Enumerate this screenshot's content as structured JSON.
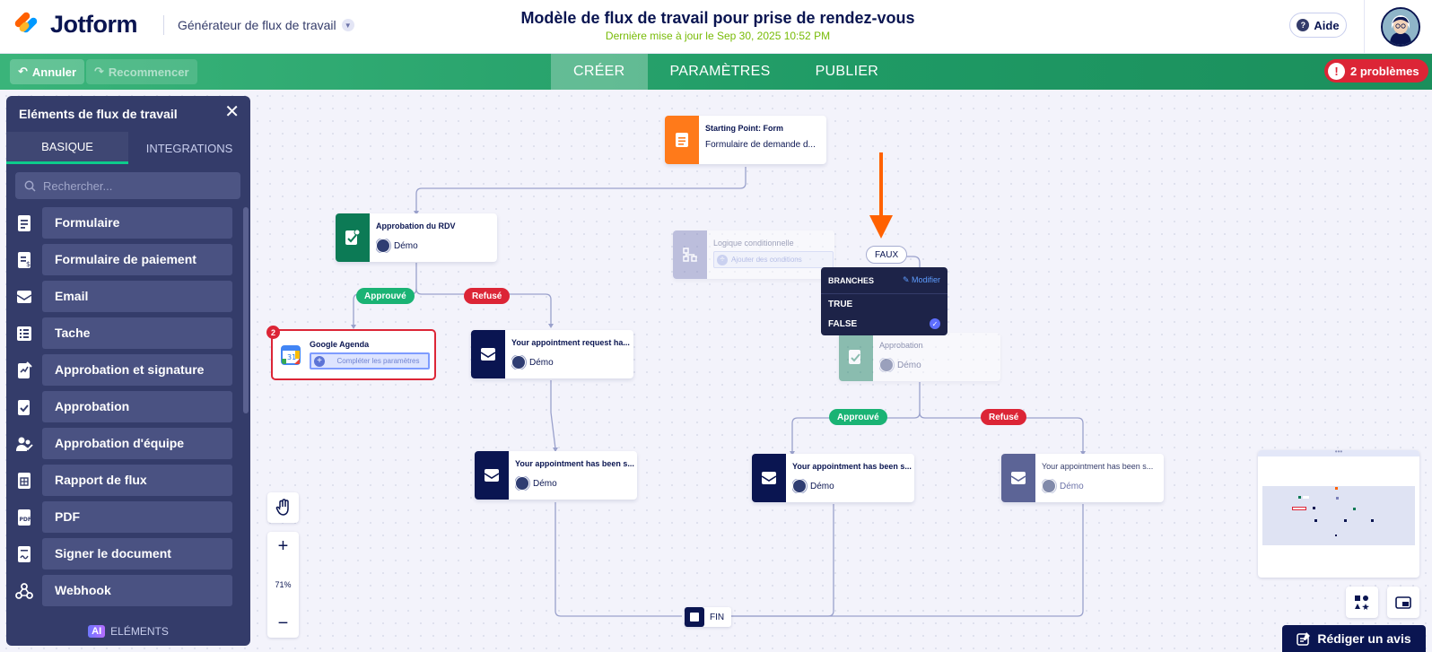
{
  "header": {
    "logo_text": "Jotform",
    "builder_label": "Générateur de flux de travail",
    "title": "Modèle de flux de travail pour prise de rendez-vous",
    "subtitle": "Dernière mise à jour le Sep 30, 2025 10:52 PM",
    "help_label": "Aide"
  },
  "toolbar": {
    "undo_label": "Annuler",
    "redo_label": "Recommencer",
    "tabs": [
      {
        "label": "CRÉER",
        "active": true
      },
      {
        "label": "PARAMÈTRES",
        "active": false
      },
      {
        "label": "PUBLIER",
        "active": false
      }
    ],
    "problems_label": "2 problèmes",
    "colors": {
      "accent_green": "#1f9a65",
      "problem_red": "#dc2536"
    }
  },
  "panel": {
    "title": "Eléments de flux de travail",
    "tabs": [
      "BASIQUE",
      "INTEGRATIONS"
    ],
    "search_placeholder": "Rechercher...",
    "items": [
      {
        "label": "Formulaire",
        "icon": "form-icon"
      },
      {
        "label": "Formulaire de paiement",
        "icon": "payment-form-icon"
      },
      {
        "label": "Email",
        "icon": "email-icon"
      },
      {
        "label": "Tache",
        "icon": "task-icon"
      },
      {
        "label": "Approbation et signature",
        "icon": "approval-signature-icon"
      },
      {
        "label": "Approbation",
        "icon": "approval-icon"
      },
      {
        "label": "Approbation d'équipe",
        "icon": "team-approval-icon"
      },
      {
        "label": "Rapport de flux",
        "icon": "flow-report-icon"
      },
      {
        "label": "PDF",
        "icon": "pdf-icon"
      },
      {
        "label": "Signer le document",
        "icon": "sign-document-icon"
      },
      {
        "label": "Webhook",
        "icon": "webhook-icon"
      }
    ],
    "footer_ai": "AI",
    "footer_label": "ELÉMENTS"
  },
  "flow": {
    "start": {
      "title": "Starting Point: Form",
      "subtitle": "Formulaire de demande d..."
    },
    "approval_rdv": {
      "title": "Approbation du RDV",
      "assignee": "Démo"
    },
    "condition": {
      "title": "Logique conditionnelle",
      "action": "Ajouter des conditions"
    },
    "faux_label": "FAUX",
    "branches": {
      "header": "BRANCHES",
      "edit": "Modifier",
      "options": [
        "TRUE",
        "FALSE"
      ],
      "selected": "FALSE"
    },
    "gcal": {
      "title": "Google Agenda",
      "action": "Compléter les paramètres",
      "error_count": "2"
    },
    "email_request": {
      "title": "Your appointment request ha...",
      "assignee": "Démo"
    },
    "approval2": {
      "title": "Approbation",
      "assignee": "Démo"
    },
    "email_1": {
      "title": "Your appointment has been s...",
      "assignee": "Démo"
    },
    "email_2": {
      "title": "Your appointment has been s...",
      "assignee": "Démo"
    },
    "email_3": {
      "title": "Your appointment has been s...",
      "assignee": "Démo"
    },
    "approved_label": "Approuvé",
    "refused_label": "Refusé",
    "end_label": "FIN"
  },
  "controls": {
    "zoom_label": "71%",
    "review_label": "Rédiger un avis"
  }
}
